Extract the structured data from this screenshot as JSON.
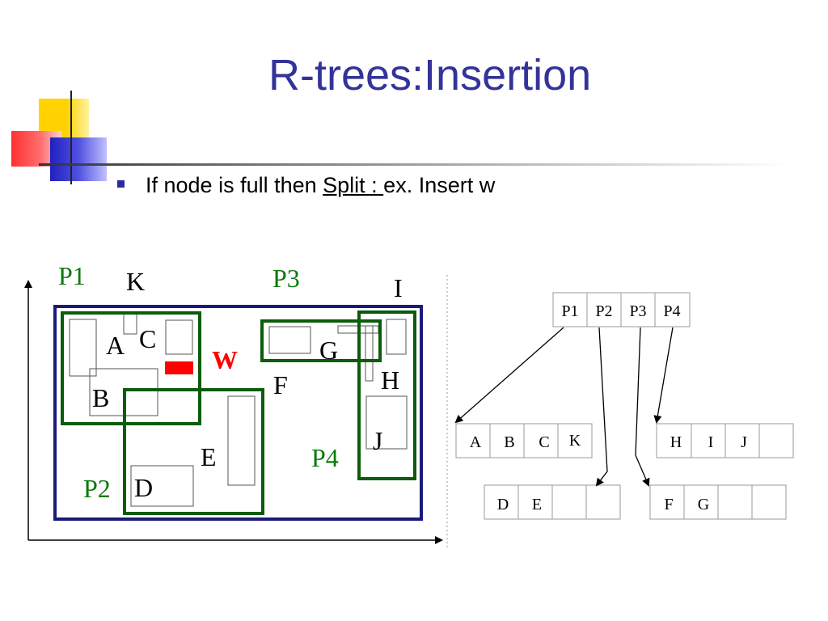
{
  "slide": {
    "title": "R-trees:Insertion",
    "bullet": {
      "prefix": "If node is full then ",
      "link": "Split : ",
      "suffix": "ex. Insert w"
    }
  },
  "diagram": {
    "region_labels": {
      "p1": "P1",
      "p2": "P2",
      "p3": "P3",
      "p4": "P4"
    },
    "object_labels": {
      "k": "K",
      "i": "I",
      "a": "A",
      "c": "C",
      "b": "B",
      "w": "W",
      "g": "G",
      "f": "F",
      "h": "H",
      "j": "J",
      "e": "E",
      "d": "D"
    },
    "colors": {
      "region": "#0b5c0b",
      "bounding": "#1a1a7a",
      "new_entry": "#ff0000"
    }
  },
  "tree": {
    "root": [
      "P1",
      "P2",
      "P3",
      "P4"
    ],
    "leaf_p1": [
      "A",
      "B",
      "C",
      "K"
    ],
    "leaf_p2": [
      "D",
      "E",
      "",
      ""
    ],
    "leaf_p3": [
      "F",
      "G",
      "",
      ""
    ],
    "leaf_p4": [
      "H",
      "I",
      "J",
      ""
    ]
  }
}
